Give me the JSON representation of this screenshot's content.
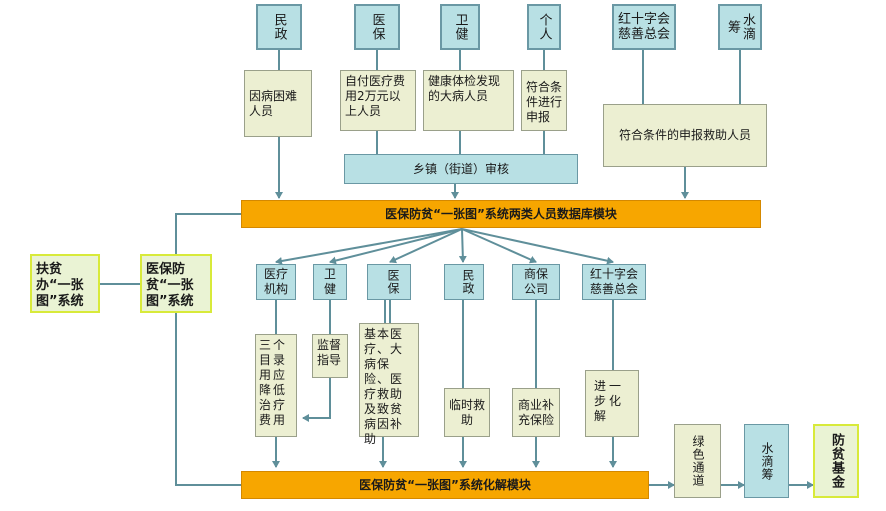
{
  "top_sources": {
    "minzheng": "民政",
    "yibao": "医保",
    "weijian": "卫健",
    "geren": "个人",
    "hongshizi": "红十字会慈善总会",
    "shuidichou": "水滴筹"
  },
  "top_groups": {
    "minzheng": "因病困难人员",
    "yibao": "自付医疗费用2万元以上人员",
    "weijian": "健康体检发现的大病人员",
    "geren": "符合条件进行申报",
    "aid": "符合条件的申报救助人员"
  },
  "township_review": "乡镇（街道）审核",
  "database_module": "医保防贫“一张图”系统两类人员数据库模块",
  "left": {
    "fupinban": "扶贫办“一张图”系统",
    "yibao_system": "医保防贫“一张图”系统"
  },
  "mid_agencies": {
    "yiliao": "医疗机构",
    "weijian": "卫健",
    "yibao": "医保",
    "minzheng": "民政",
    "shangbao": "商保公司",
    "hongshizi": "红十字会慈善总会"
  },
  "mid_actions": {
    "yiliao": "三个目录用应降低治疗费用",
    "weijian": "监督指导",
    "yibao": "基本医疗、大病保险、医疗救助及致贫病因补助",
    "minzheng": "临时救助",
    "shangbao": "商业补充保险",
    "hongshizi": "进一步化解"
  },
  "resolve_module": "医保防贫“一张图”系统化解模块",
  "bottom_chain": [
    "绿色通道",
    "水滴筹",
    "防贫基金"
  ]
}
